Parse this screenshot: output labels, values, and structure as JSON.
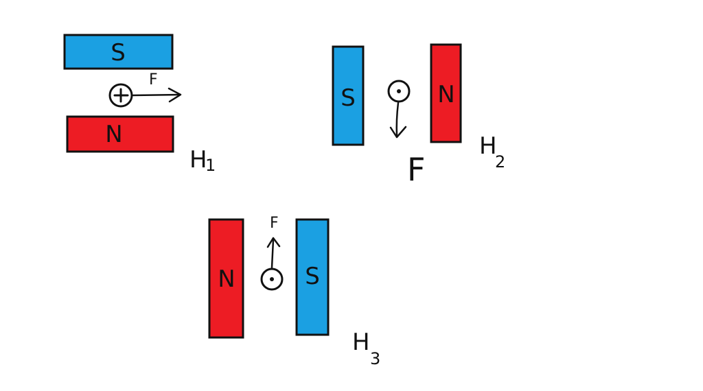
{
  "colors": {
    "north": "#ed1c24",
    "south": "#1ba0e2",
    "outline": "#111111",
    "background": "#ffffff"
  },
  "case1": {
    "top_magnet_label": "S",
    "bottom_magnet_label": "N",
    "current_symbol": "plus-in-circle",
    "force_label": "F",
    "case_label_main": "H",
    "case_label_sub": "1"
  },
  "case2": {
    "left_magnet_label": "S",
    "right_magnet_label": "N",
    "current_symbol": "dot-in-circle",
    "force_label": "F",
    "case_label_main": "H",
    "case_label_sub": "2"
  },
  "case3": {
    "left_magnet_label": "N",
    "right_magnet_label": "S",
    "current_symbol": "dot-in-circle",
    "force_label": "F",
    "case_label_main": "H",
    "case_label_sub": "3"
  }
}
